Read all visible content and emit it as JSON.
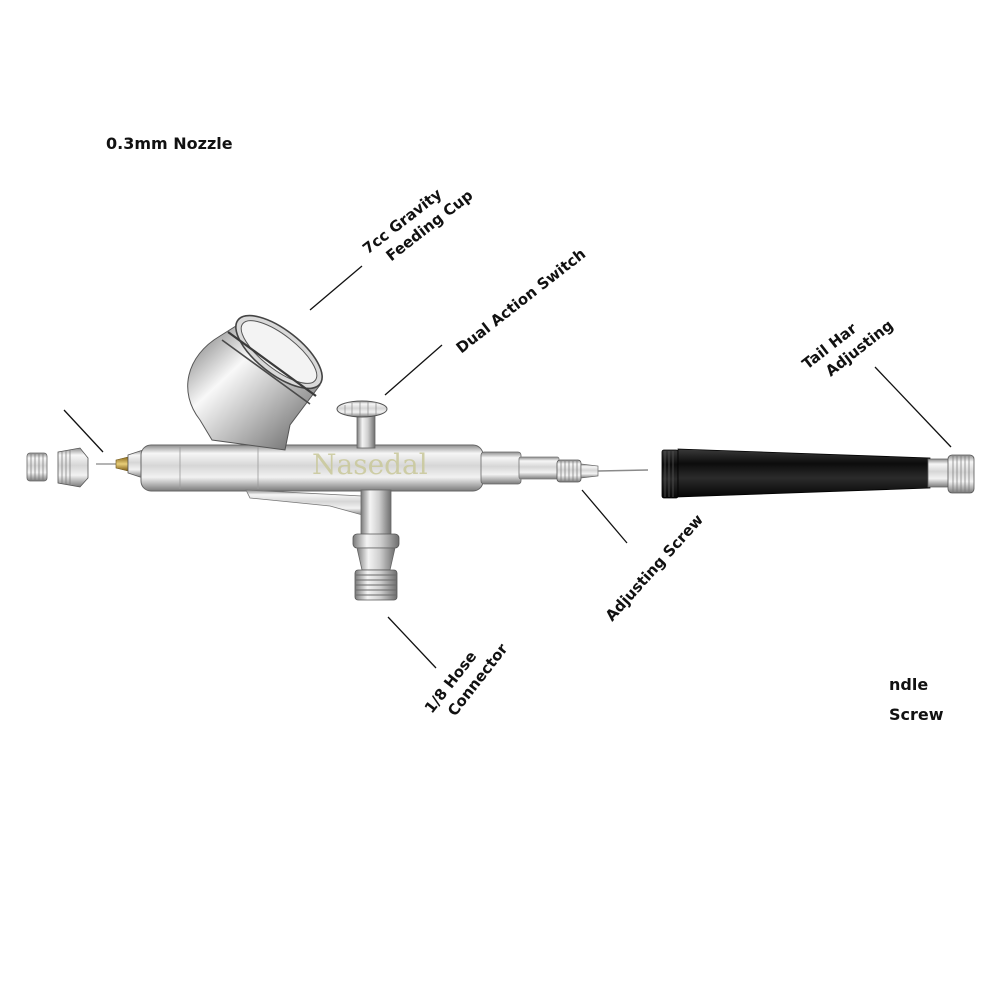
{
  "labels": {
    "nozzle": "0.3mm Nozzle",
    "cup_line1": "7cc Gravity",
    "cup_line2": "Feeding Cup",
    "switch": "Dual Action Switch",
    "tail_line1_top": "Tail Har",
    "tail_line2_top": "Adjusting",
    "tail_line1_bottom": "ndle",
    "tail_line2_bottom": "Screw",
    "adjusting_screw": "Adjusting Screw",
    "hose_line1": "1/8 Hose",
    "hose_line2": "Connector"
  },
  "brand": "Nasedal",
  "colors": {
    "chrome_light": "#f4f4f4",
    "chrome_mid": "#c9c9c9",
    "chrome_dark": "#6e6e6e",
    "handle_black": "#161616",
    "watermark": "#c9c89a",
    "label_text": "#111111"
  }
}
